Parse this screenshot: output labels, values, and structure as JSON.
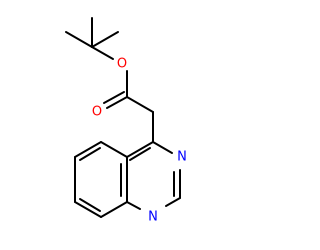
{
  "structure": {
    "atoms": {
      "ester_oxygen": "O",
      "carbonyl_oxygen": "O",
      "ring_nitrogen_3": "N",
      "ring_nitrogen_1": "N"
    },
    "colors": {
      "bond": "#000000",
      "oxygen": "#ff0000",
      "nitrogen": "#0000ff",
      "background": "#ffffff"
    }
  }
}
